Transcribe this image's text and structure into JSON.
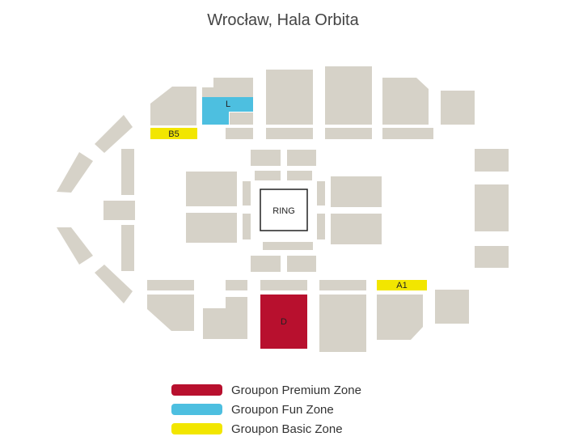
{
  "title": "Wrocław, Hala Orbita",
  "ring_label": "RING",
  "colors": {
    "section": "#d6d2c8",
    "premium": "#b8102e",
    "fun": "#4dbfe0",
    "basic": "#f2e600"
  },
  "zones": {
    "L": {
      "label": "L",
      "zone": "fun"
    },
    "B5": {
      "label": "B5",
      "zone": "basic"
    },
    "A1": {
      "label": "A1",
      "zone": "basic"
    },
    "D": {
      "label": "D",
      "zone": "premium"
    }
  },
  "legend": [
    {
      "label": "Groupon Premium Zone",
      "zone": "premium"
    },
    {
      "label": "Groupon Fun Zone",
      "zone": "fun"
    },
    {
      "label": "Groupon Basic Zone",
      "zone": "basic"
    }
  ]
}
